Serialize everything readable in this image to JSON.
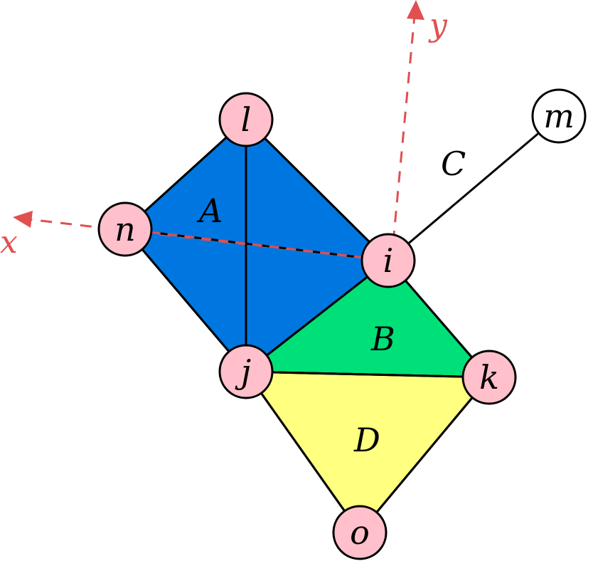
{
  "colors": {
    "region_A": "#0077e0",
    "region_B": "#00e078",
    "region_D": "#ffff80",
    "node_fill": "#ffc0cb",
    "node_fill_plain": "#ffffff",
    "axis": "#e05050",
    "stroke": "#000000"
  },
  "nodes": {
    "l": "l",
    "n": "n",
    "i": "i",
    "j": "j",
    "k": "k",
    "o": "o",
    "m": "m"
  },
  "regions": {
    "A": "A",
    "B": "B",
    "C": "C",
    "D": "D"
  },
  "axes": {
    "x": "x",
    "y": "y"
  }
}
